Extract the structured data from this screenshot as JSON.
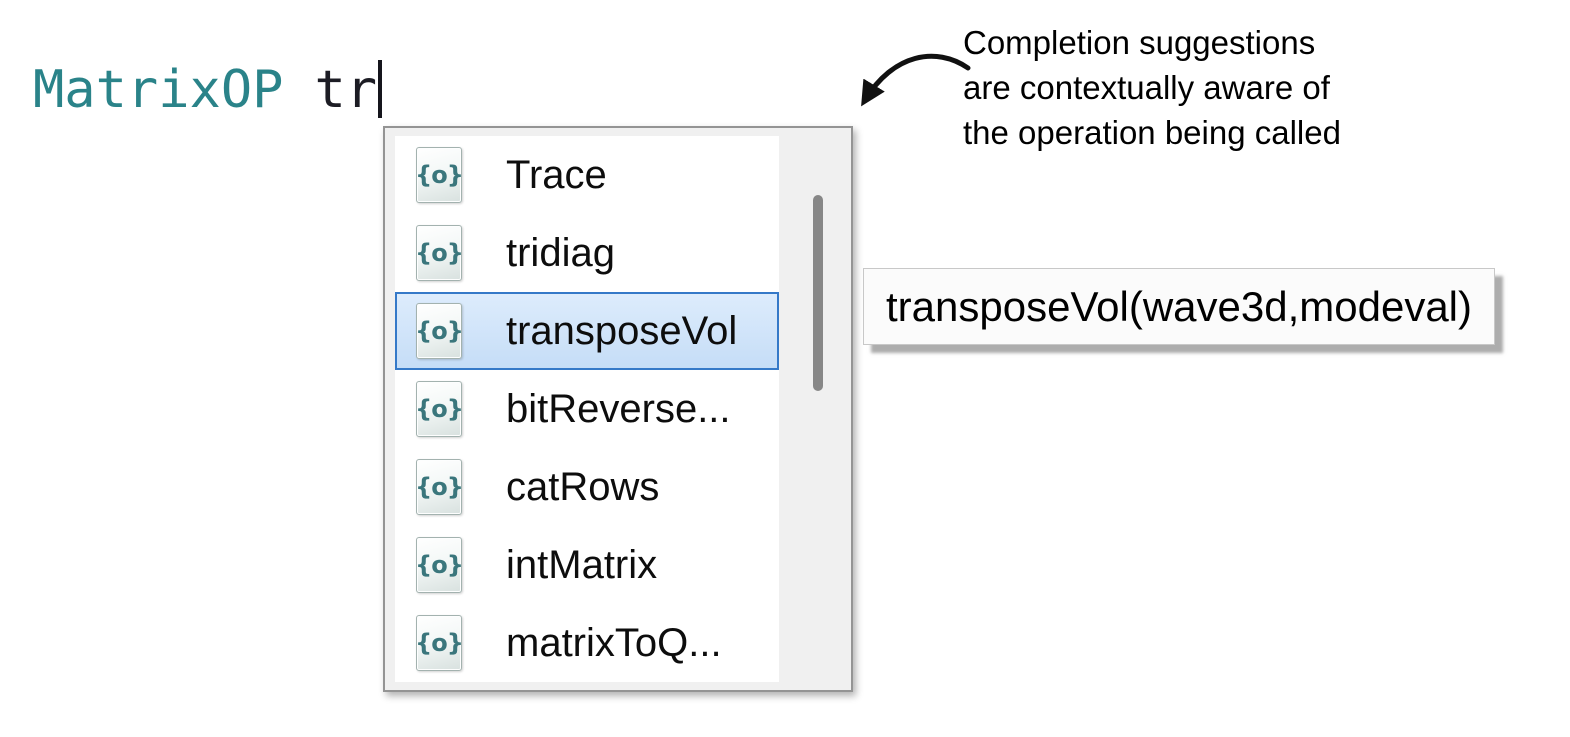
{
  "editor": {
    "operation": "MatrixOP",
    "typed_text": "tr",
    "caret_visible": true
  },
  "completion_list": {
    "icon_glyph": "{o}",
    "items": [
      {
        "label": "Trace",
        "selected": false
      },
      {
        "label": "tridiag",
        "selected": false
      },
      {
        "label": "transposeVol",
        "selected": true
      },
      {
        "label": "bitReverse...",
        "selected": false
      },
      {
        "label": "catRows",
        "selected": false
      },
      {
        "label": "intMatrix",
        "selected": false
      },
      {
        "label": "matrixToQ...",
        "selected": false
      }
    ]
  },
  "signature_tooltip": {
    "text": "transposeVol(wave3d,modeval)"
  },
  "annotation": {
    "line1": "Completion suggestions",
    "line2": "are contextually aware of",
    "line3": "the operation being called"
  },
  "colors": {
    "operation_text": "#2a8389",
    "typed_text": "#1c1c24",
    "selection_fill": "#cfe3f9",
    "selection_border": "#3579c8",
    "icon_glyph_teal": "#3a767c",
    "scrollbar_thumb": "#878787",
    "popup_frame": "#949494"
  }
}
